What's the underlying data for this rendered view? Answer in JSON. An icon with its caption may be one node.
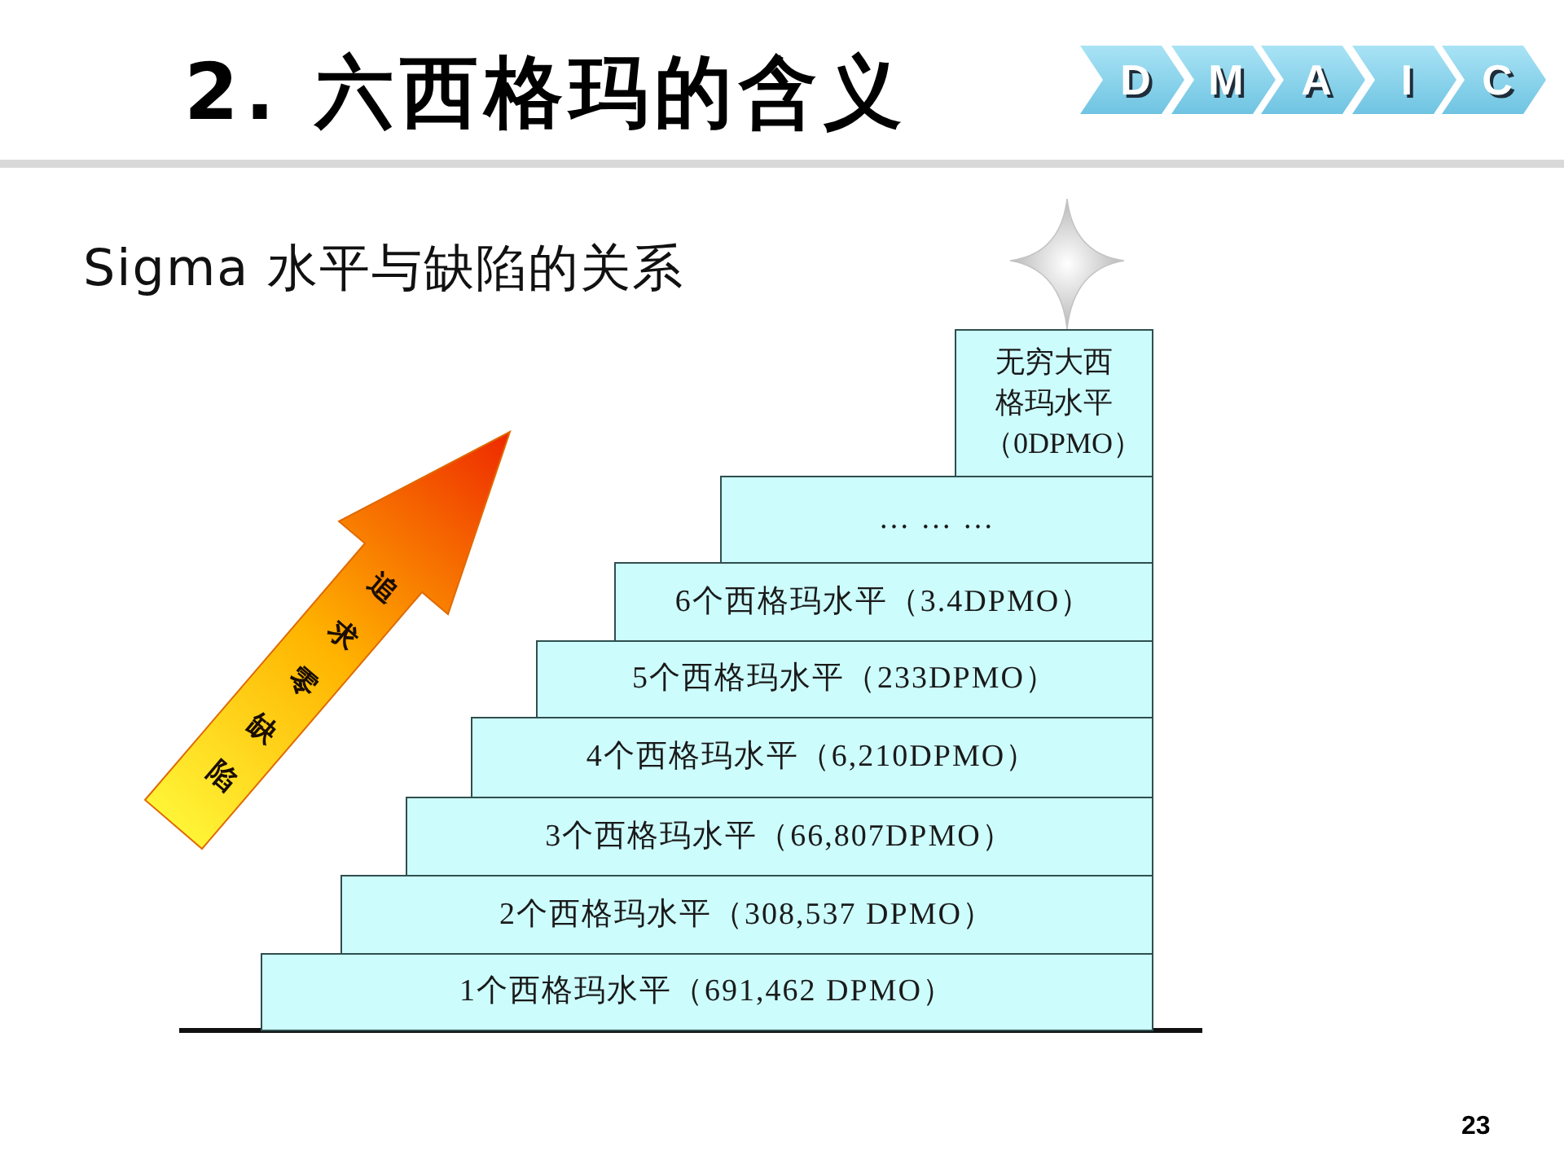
{
  "diagram": {
    "title": "2. 六西格玛的含义",
    "nodes": [
      {
        "text": [
          "D"
        ]
      },
      {
        "text": [
          "M"
        ]
      },
      {
        "text": [
          "A"
        ]
      },
      {
        "text": [
          "I"
        ]
      },
      {
        "text": [
          "C"
        ]
      },
      {
        "text": [
          "无穷大西格玛水平（0DPMO）"
        ]
      },
      {
        "text": [
          "… … …"
        ]
      },
      {
        "text": [
          "6个西格玛水平（3.4DPMO）"
        ]
      },
      {
        "text": [
          "5个西格玛水平（233DPMO）"
        ]
      },
      {
        "text": [
          "4个西格玛水平（6,210DPMO）"
        ]
      },
      {
        "text": [
          "3个西格玛水平（66,807DPMO）"
        ]
      },
      {
        "text": [
          "2个西格玛水平（308,537 DPMO）"
        ]
      },
      {
        "text": [
          "1个西格玛水平（691,462 DPMO）"
        ]
      },
      {
        "text": [
          "追求零缺陷"
        ]
      }
    ],
    "labels": [
      "Sigma 水平与缺陷的关系",
      "23"
    ]
  }
}
